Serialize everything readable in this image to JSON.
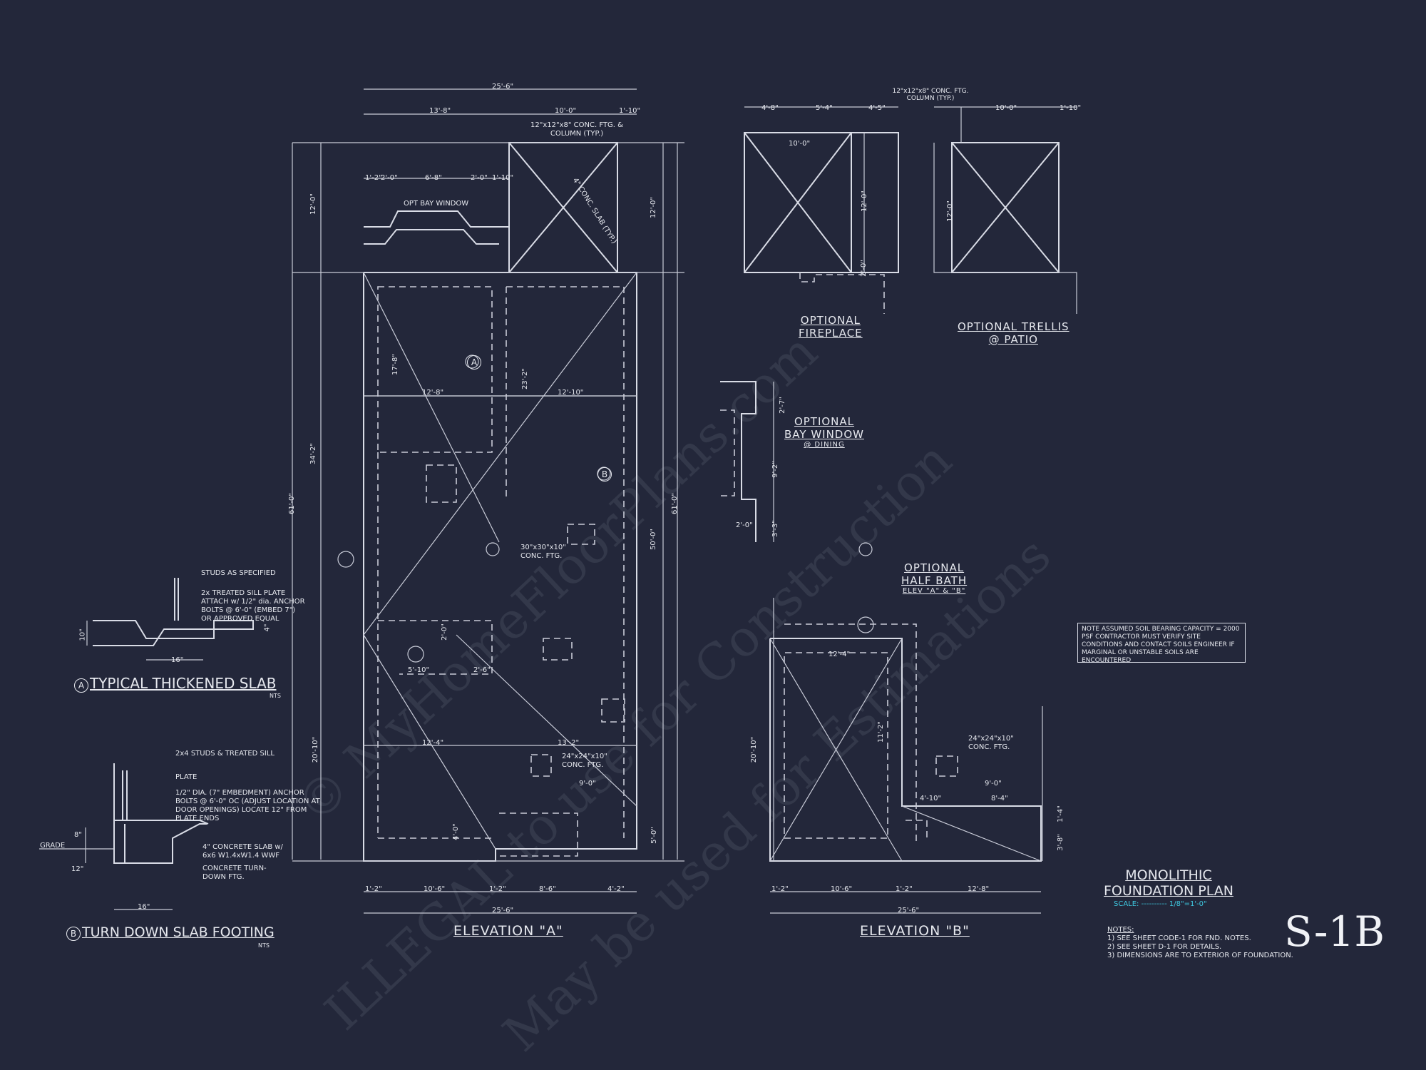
{
  "watermark": {
    "line1": "© MyHomeFloorPlans.com",
    "line2": "ILLEGAL to use for Construction",
    "line3": "May be used for Estimations"
  },
  "sheet_number": "S-1B",
  "sheet_title": {
    "line1": "MONOLITHIC",
    "line2": "FOUNDATION PLAN",
    "scale_label": "SCALE:",
    "scale_value": "1/8\"=1'-0\""
  },
  "notes": {
    "heading": "NOTES:",
    "items": [
      "1)  SEE SHEET CODE-1 FOR FND. NOTES.",
      "2)  SEE SHEET D-1 FOR DETAILS.",
      "3)  DIMENSIONS ARE TO EXTERIOR OF FOUNDATION."
    ]
  },
  "soil_note": "NOTE ASSUMED SOIL BEARING CAPACITY = 2000 PSF CONTRACTOR MUST VERIFY SITE CONDITIONS AND CONTACT SOILS ENGINEER IF MARGINAL OR UNSTABLE SOILS ARE ENCOUNTERED",
  "elevation_a": {
    "title": "ELEVATION \"A\"",
    "dims_top": [
      "25'-6\"",
      "13'-8\"",
      "10'-0\"",
      "1'-10\""
    ],
    "dims_bay": [
      "1'-2\"",
      "2'-0\"",
      "6'-8\"",
      "2'-0\"",
      "1'-10\""
    ],
    "dims_bottom": [
      "1'-2\"",
      "10'-6\"",
      "1'-2\"",
      "8'-6\"",
      "4'-2\"",
      "25'-6\""
    ],
    "dims_left": [
      "12'-0\"",
      "34'-2\"",
      "61'-0\"",
      "20'-10\""
    ],
    "dims_right": [
      "12'-0\"",
      "61'-0\"",
      "50'-0\"",
      "5'-0\""
    ],
    "dims_interior": [
      "17'-8\"",
      "23'-2\"",
      "12'-8\"",
      "12'-10\"",
      "5'-10\"",
      "2'-6\"",
      "12'-4\"",
      "13'-2\"",
      "9'-0\"",
      "4'-0\"",
      "2'-0\""
    ],
    "labels": {
      "opt_bay": "OPT BAY WINDOW",
      "column": "12\"x12\"x8\" CONC. FTG. & COLUMN (TYP.)",
      "ftg_30": "30\"x30\"x10\" CONC. FTG.",
      "ftg_24": "24\"x24\"x10\" CONC. FTG.",
      "slab": "4\" CONC. SLAB (TYP.)",
      "marker_a": "A",
      "marker_b": "B"
    }
  },
  "elevation_b": {
    "title": "ELEVATION \"B\"",
    "dims_bottom": [
      "1'-2\"",
      "10'-6\"",
      "1'-2\"",
      "12'-8\"",
      "25'-6\""
    ],
    "dims": [
      "12'-4\"",
      "11'-2\"",
      "20'-10\"",
      "8'-4\"",
      "9'-0\"",
      "4'-10\"",
      "3'-8\"",
      "1'-4\""
    ],
    "ftg_24": "24\"x24\"x10\" CONC. FTG."
  },
  "optional_fireplace": {
    "line1": "OPTIONAL",
    "line2": "FIREPLACE",
    "dims": [
      "4'-8\"",
      "5'-4\"",
      "4'-5\"",
      "10'-0\"",
      "12'-0\"",
      "2'-0\""
    ]
  },
  "optional_trellis": {
    "line1": "OPTIONAL TRELLIS",
    "line2": "@ PATIO",
    "column": "12\"x12\"x8\" CONC. FTG. COLUMN (TYP.)",
    "dims": [
      "10'-0\"",
      "1'-10\"",
      "12'-0\""
    ]
  },
  "optional_bay_dining": {
    "line1": "OPTIONAL",
    "line2": "BAY WINDOW",
    "line3": "@ DINING",
    "dims": [
      "2'-0\"",
      "9'-2\"",
      "3'-3\"",
      "2'-7\""
    ]
  },
  "optional_half_bath": {
    "line1": "OPTIONAL",
    "line2": "HALF BATH",
    "line3": "ELEV \"A\" & \"B\""
  },
  "detail_a": {
    "marker": "A",
    "title": "TYPICAL THICKENED SLAB",
    "scale": "NTS",
    "notes": [
      "STUDS AS SPECIFIED",
      "2x TREATED SILL PLATE ATTACH w/ 1/2\" dia. ANCHOR BOLTS @ 6'-0\" (EMBED 7\") OR APPROVED EQUAL"
    ],
    "dims": [
      "16\"",
      "10\"",
      "4\""
    ]
  },
  "detail_b": {
    "marker": "B",
    "title": "TURN DOWN SLAB FOOTING",
    "scale": "NTS",
    "notes": [
      "2x4 STUDS & TREATED SILL",
      "PLATE",
      "1/2\" DIA. (7\" EMBEDMENT) ANCHOR BOLTS @ 6'-0\" OC (ADJUST LOCATION AT DOOR OPENINGS) LOCATE 12\" FROM PLATE ENDS",
      "4\" CONCRETE SLAB w/ 6x6 W1.4xW1.4 WWF",
      "CONCRETE TURN-DOWN FTG."
    ],
    "grade": "GRADE",
    "dims": [
      "8\"",
      "12\"",
      "16\""
    ]
  },
  "colors": {
    "background": "#23273a",
    "linework": "#d9dce6",
    "scale_text": "#3ec8e0"
  }
}
